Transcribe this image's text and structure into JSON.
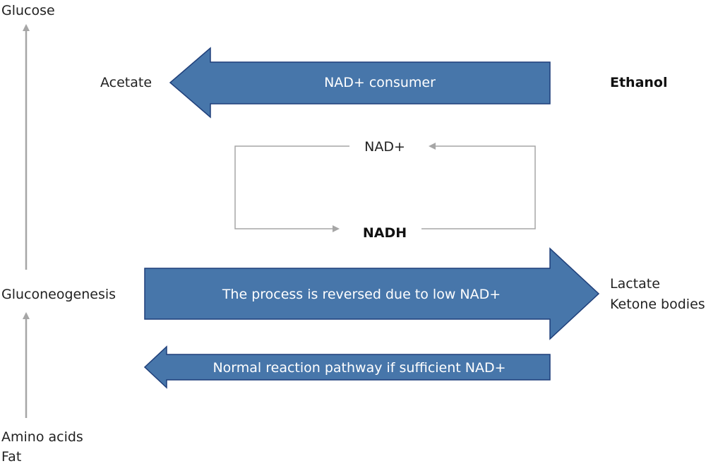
{
  "labels": {
    "glucose": "Glucose",
    "gluconeogenesis": "Gluconeogenesis",
    "amino_acids": "Amino acids",
    "fat": "Fat",
    "acetate": "Acetate",
    "ethanol": "Ethanol",
    "nad_plus": "NAD+",
    "nadh": "NADH",
    "lactate": "Lactate",
    "ketone_bodies": "Ketone bodies"
  },
  "arrows": {
    "nad_consumer": "NAD+ consumer",
    "reversed": "The process is reversed due to low NAD+",
    "normal": "Normal reaction pathway if sufficient NAD+"
  },
  "colors": {
    "arrow_fill": "#4776aa",
    "arrow_stroke": "#1f3f7a",
    "thin_line": "#a6a6a6"
  }
}
